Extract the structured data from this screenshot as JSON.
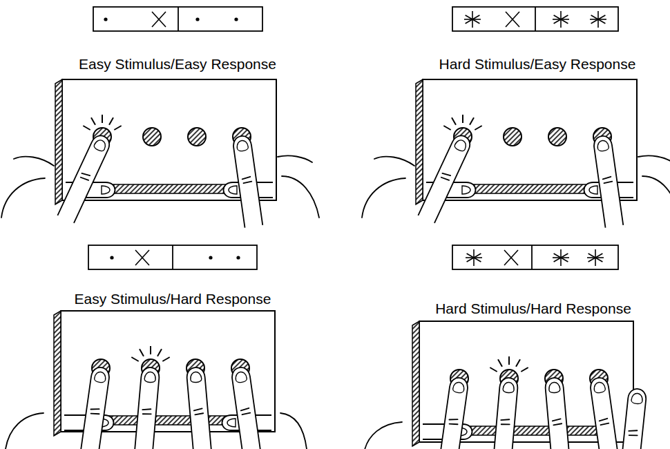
{
  "diagram": {
    "labels": [
      "Easy Stimulus/Easy Response",
      "Hard Stimulus/Easy Response",
      "Easy Stimulus/Hard Response",
      "Hard Stimulus/Hard Response"
    ]
  }
}
